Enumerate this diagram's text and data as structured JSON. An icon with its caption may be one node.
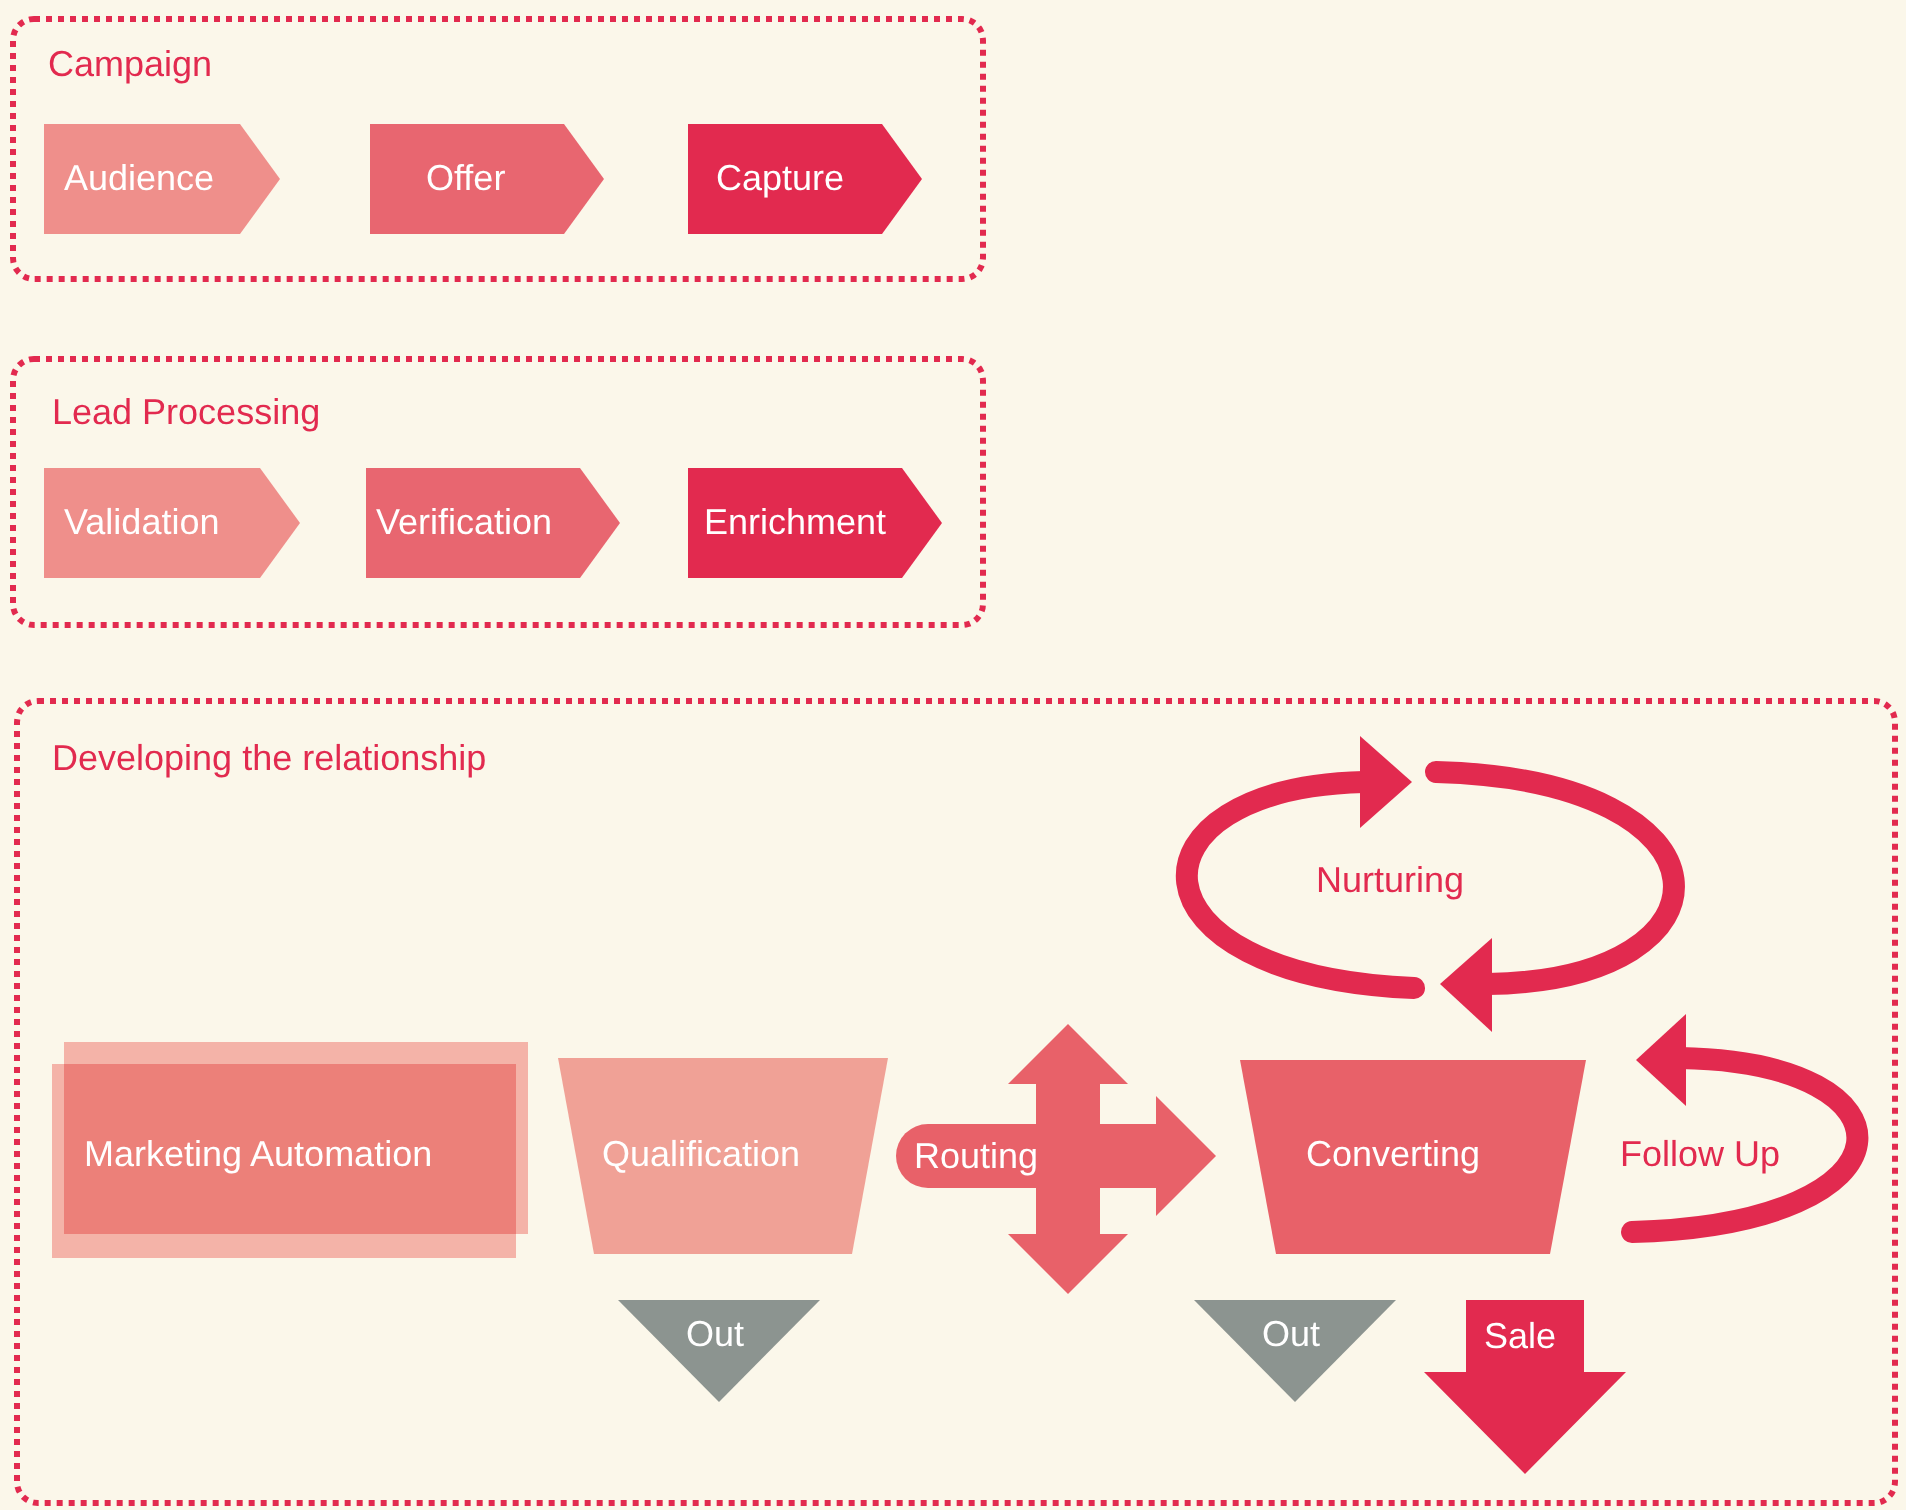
{
  "diagram": {
    "nodes": [
      {
        "text": [
          "Campaign"
        ]
      },
      {
        "text": [
          "Audience"
        ],
        "in": 0
      },
      {
        "text": [
          "Offer"
        ],
        "in": 0
      },
      {
        "text": [
          "Capture"
        ],
        "in": 0
      },
      {
        "text": [
          "Lead Processing"
        ]
      },
      {
        "text": [
          "Validation"
        ],
        "in": 4
      },
      {
        "text": [
          "Verification"
        ],
        "in": 4
      },
      {
        "text": [
          "Enrichment"
        ],
        "in": 4
      },
      {
        "text": [
          "Developing the relationship"
        ]
      },
      {
        "text": [
          "Marketing Automation"
        ],
        "in": 8
      },
      {
        "text": [
          "Qualification"
        ],
        "in": 8
      },
      {
        "text": [
          "Routing"
        ],
        "in": 8
      },
      {
        "text": [
          "Nurturing"
        ],
        "in": 8
      },
      {
        "text": [
          "Converting"
        ],
        "in": 8
      },
      {
        "text": [
          "Follow Up"
        ],
        "in": 8
      },
      {
        "text": [
          "Out"
        ],
        "in": 8
      },
      {
        "text": [
          "Out"
        ],
        "in": 8
      },
      {
        "text": [
          "Sale"
        ],
        "in": 8
      }
    ]
  }
}
